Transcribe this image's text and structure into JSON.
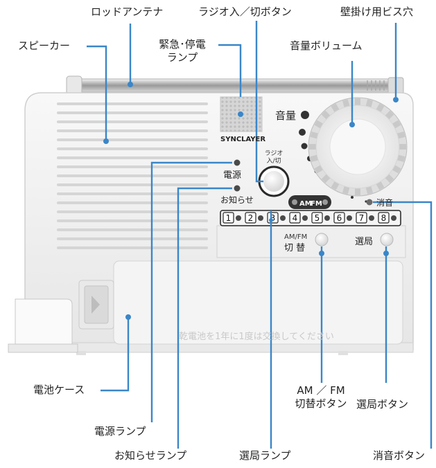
{
  "callouts": {
    "rod_antenna": "ロッドアンテナ",
    "radio_power_button": "ラジオ入／切ボタン",
    "wall_screw_hole": "壁掛け用ビス穴",
    "speaker": "スピーカー",
    "emergency_lamp_line1": "緊急･停電",
    "emergency_lamp_line2": "ランプ",
    "volume": "音量ボリューム",
    "battery_case": "電池ケース",
    "am_fm_button_line1": "AM ／ FM",
    "am_fm_button_line2": "切替ボタン",
    "tuning_button": "選局ボタン",
    "power_lamp": "電源ランプ",
    "notification_lamp": "お知らせランプ",
    "tuning_lamp": "選局ランプ",
    "mute_button": "消音ボタン"
  },
  "device": {
    "brand": "SYNCLAYER",
    "volume_label": "音量",
    "radio_button_line1": "ラジオ",
    "radio_button_line2": "入/切",
    "power_label": "電源",
    "notify_label": "お知らせ",
    "am_label": "AM",
    "fm_label": "FM",
    "mute_label": "消音",
    "am_fm_switch_line1": "AM/FM",
    "am_fm_switch_line2": "切 替",
    "tune_label": "選局",
    "channels": [
      "1",
      "2",
      "3",
      "4",
      "5",
      "6",
      "7",
      "8"
    ],
    "battery_note": "乾電池を1年に1度は交換してください"
  },
  "colors": {
    "leader_line": "#3a86c8",
    "body": "#f2f2f2",
    "body_edge": "#cfcfcf",
    "lamp": "#4a4a4a"
  }
}
